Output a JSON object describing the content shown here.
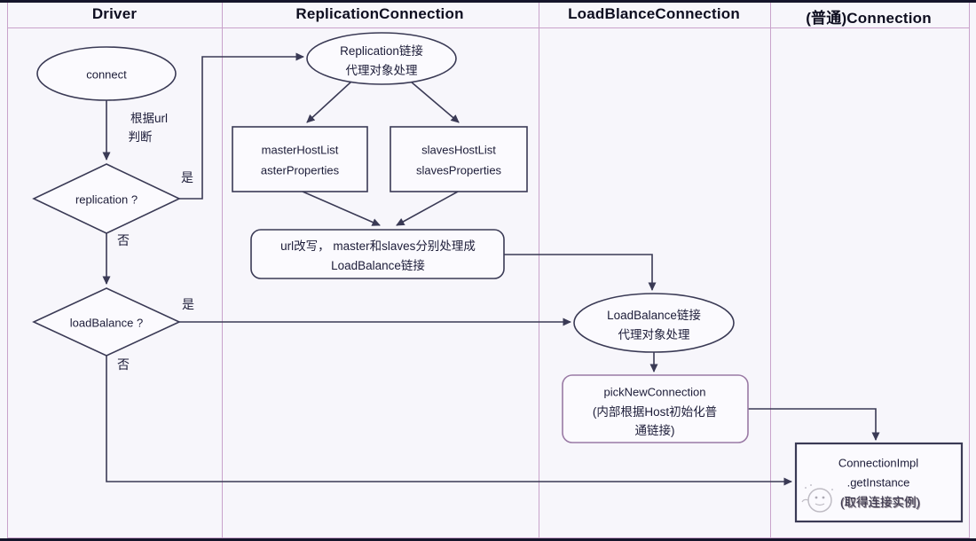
{
  "diagram_title": "JDBC Driver connect flow (swimlane flowchart)",
  "lanes": {
    "driver": "Driver",
    "replication": "ReplicationConnection",
    "loadblance": "LoadBlanceConnection",
    "plain": "(普通)Connection"
  },
  "driver": {
    "connect": "connect",
    "url_note_line1": "根据url",
    "url_note_line2": "判断",
    "replication_question": "replication ?",
    "replication_yes": "是",
    "replication_no": "否",
    "loadbalance_question": "loadBalance ?",
    "loadbalance_yes": "是",
    "loadbalance_no": "否"
  },
  "replication": {
    "proxy_line1": "Replication链接",
    "proxy_line2": "代理对象处理",
    "master_line1": "masterHostList",
    "master_line2": "asterProperties",
    "slaves_line1": "slavesHostList",
    "slaves_line2": "slavesProperties",
    "rewrite_line1": "url改写， master和slaves分别处理成",
    "rewrite_line2": "LoadBalance链接"
  },
  "loadblance": {
    "proxy_line1": "LoadBalance链接",
    "proxy_line2": "代理对象处理",
    "pick_line1": "pickNewConnection",
    "pick_line2": "(内部根据Host初始化普",
    "pick_line3": "通链接)"
  },
  "plain": {
    "impl_line1": "ConnectionImpl",
    "impl_line2": ".getInstance",
    "impl_line3": "(取得连接实例)"
  },
  "colors": {
    "bg": "#f7f6fb",
    "lane_border": "#c9a3cb",
    "shape_border": "#3a3a55",
    "accent_purple": "#9a7aa5",
    "text": "#1c1c38",
    "dark_edge": "#15152b"
  }
}
